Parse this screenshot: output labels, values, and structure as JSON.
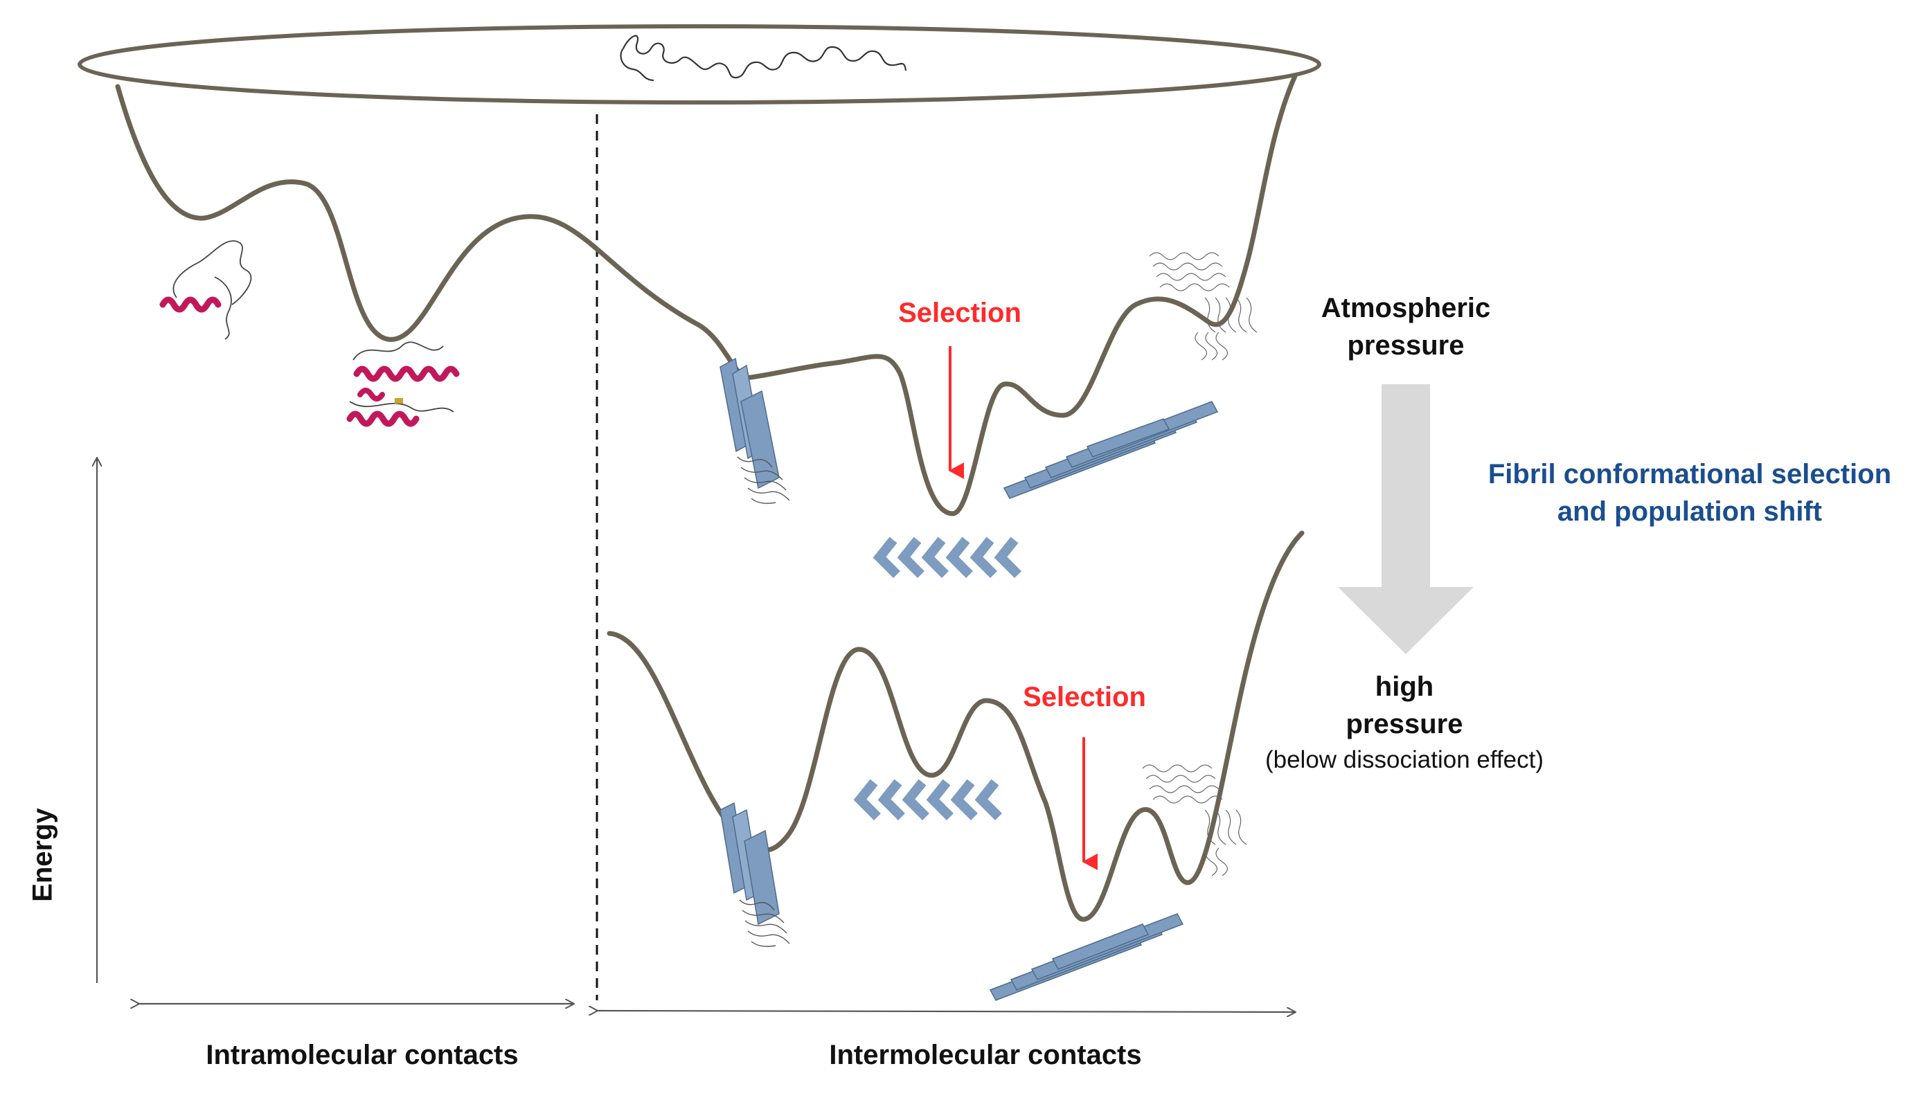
{
  "colors": {
    "curve": "#6b6455",
    "selection": "#ff2a2a",
    "shift_text": "#1a4e8f",
    "big_arrow": "#d9d9d9",
    "fibril": "#7e9cbf",
    "helix": "#c2185b",
    "axis": "#555555"
  },
  "labels": {
    "selection_top": "Selection",
    "selection_bottom": "Selection",
    "atmospheric": [
      "Atmospheric",
      "pressure"
    ],
    "high": [
      "high",
      "pressure"
    ],
    "high_note": "(below dissociation effect)",
    "shift": [
      "Fibril conformational selection",
      "and population shift"
    ],
    "energy": "Energy",
    "intramolecular": "Intramolecular contacts",
    "intermolecular": "Intermolecular contacts"
  },
  "icons": [
    "disordered-chain-icon",
    "helix-monomer-icon",
    "folded-protein-icon",
    "beta-sheet-fibril-icon",
    "parallel-fibril-icon",
    "zigzag-fibril-icon",
    "amorphous-aggregate-icon"
  ]
}
